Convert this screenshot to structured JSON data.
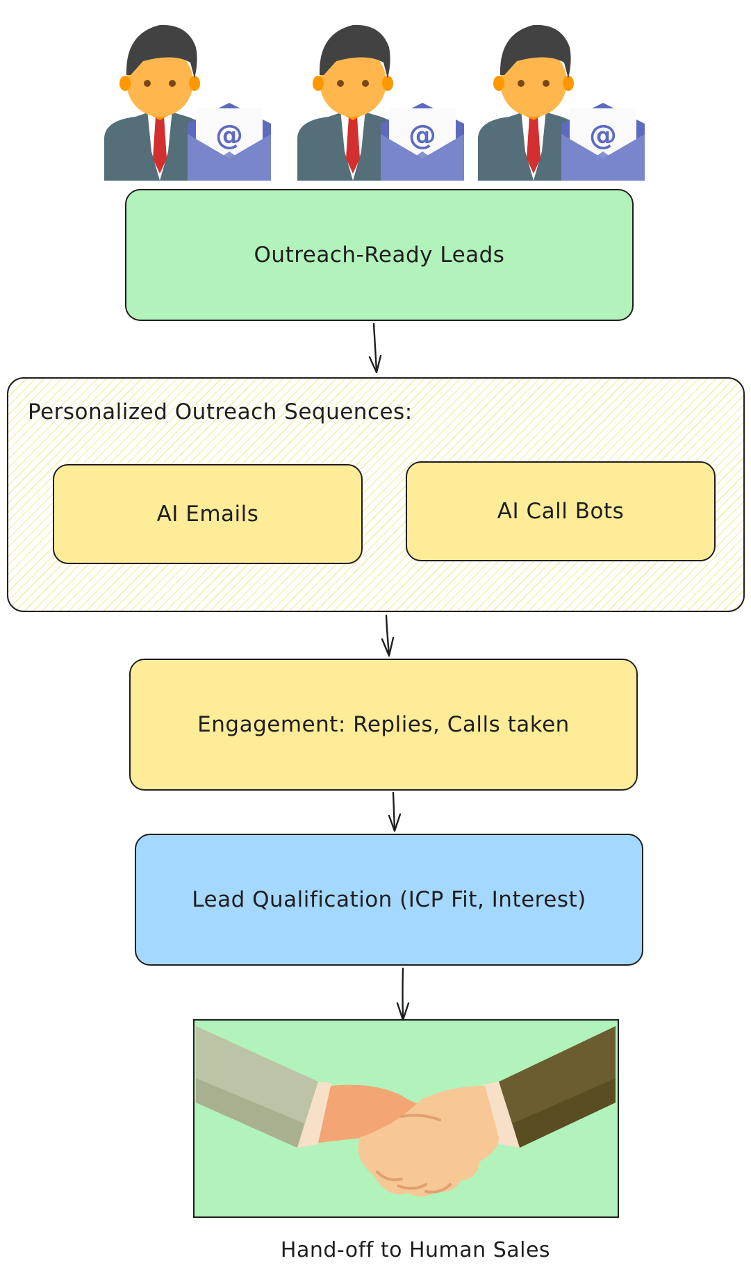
{
  "nodes": {
    "outreach_ready_leads": "Outreach-Ready Leads",
    "outreach_sequences": {
      "title": "Personalized Outreach Sequences:",
      "ai_emails": "AI Emails",
      "ai_call_bots": "AI Call Bots"
    },
    "engagement": "Engagement: Replies, Calls taken",
    "lead_qualification": "Lead Qualification (ICP Fit, Interest)",
    "handoff": "Hand-off to Human Sales"
  },
  "icons": {
    "lead": "businessman-with-email-icon",
    "handoff": "handshake-icon"
  },
  "colors": {
    "green": "#b2f2bb",
    "yellow": "#ffec99",
    "blue": "#a5d8ff",
    "stroke": "#1e1e1e"
  }
}
